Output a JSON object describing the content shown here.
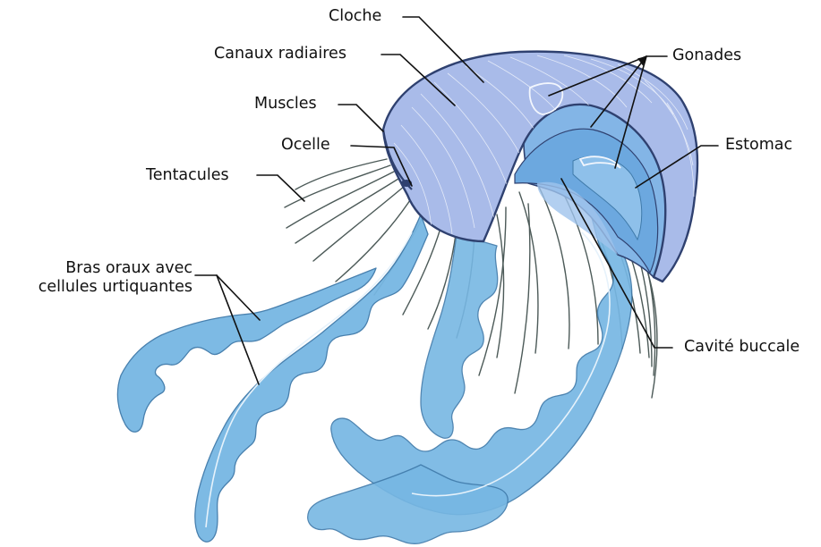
{
  "diagram": {
    "labels": {
      "cloche": "Cloche",
      "canaux_radiaires": "Canaux radiaires",
      "muscles": "Muscles",
      "ocelle": "Ocelle",
      "tentacules": "Tentacules",
      "bras_oraux_line1": "Bras oraux avec",
      "bras_oraux_line2": "cellules urtiquantes",
      "gonades": "Gonades",
      "estomac": "Estomac",
      "cavite_buccale": "Cavité buccale"
    },
    "colors": {
      "bell_fill": "#a9bbe9",
      "bell_stroke": "#2f4170",
      "arm_fill": "#77b7e3",
      "arm_stroke": "#3f7aaa",
      "inner_fill": "#83b5e6",
      "tentacle": "#4c5a58",
      "leader": "#111111"
    }
  }
}
